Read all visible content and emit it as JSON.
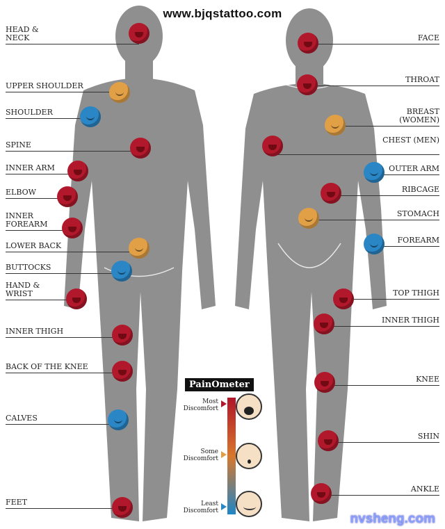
{
  "site_title": "www.bjqstattoo.com",
  "watermark": "nvsheng.com",
  "colors": {
    "most_pain": "#b2182b",
    "some_pain": "#e2a046",
    "least_pain": "#2b86c5",
    "body": "#8f8f8f"
  },
  "back_view": [
    {
      "label": "HEAD & NECK",
      "level": "red"
    },
    {
      "label": "UPPER SHOULDER",
      "level": "orange"
    },
    {
      "label": "SHOULDER",
      "level": "blue"
    },
    {
      "label": "SPINE",
      "level": "red"
    },
    {
      "label": "INNER ARM",
      "level": "red"
    },
    {
      "label": "ELBOW",
      "level": "red"
    },
    {
      "label": "INNER FOREARM",
      "level": "red"
    },
    {
      "label": "LOWER BACK",
      "level": "orange"
    },
    {
      "label": "BUTTOCKS",
      "level": "blue"
    },
    {
      "label": "HAND & WRIST",
      "level": "red"
    },
    {
      "label": "INNER THIGH",
      "level": "red"
    },
    {
      "label": "BACK OF THE KNEE",
      "level": "red"
    },
    {
      "label": "CALVES",
      "level": "blue"
    },
    {
      "label": "FEET",
      "level": "red"
    }
  ],
  "front_view": [
    {
      "label": "FACE",
      "level": "red"
    },
    {
      "label": "THROAT",
      "level": "red"
    },
    {
      "label": "BREAST (WOMEN)",
      "level": "orange"
    },
    {
      "label": "CHEST (MEN)",
      "level": "red"
    },
    {
      "label": "OUTER ARM",
      "level": "blue"
    },
    {
      "label": "RIBCAGE",
      "level": "red"
    },
    {
      "label": "STOMACH",
      "level": "orange"
    },
    {
      "label": "FOREARM",
      "level": "blue"
    },
    {
      "label": "TOP THIGH",
      "level": "red"
    },
    {
      "label": "INNER THIGH",
      "level": "red"
    },
    {
      "label": "KNEE",
      "level": "red"
    },
    {
      "label": "SHIN",
      "level": "red"
    },
    {
      "label": "ANKLE",
      "level": "red"
    }
  ],
  "painometer": {
    "title": "PainOmeter",
    "most": "Most Discomfort",
    "some": "Some Discomfort",
    "least": "Least Discomfort"
  }
}
